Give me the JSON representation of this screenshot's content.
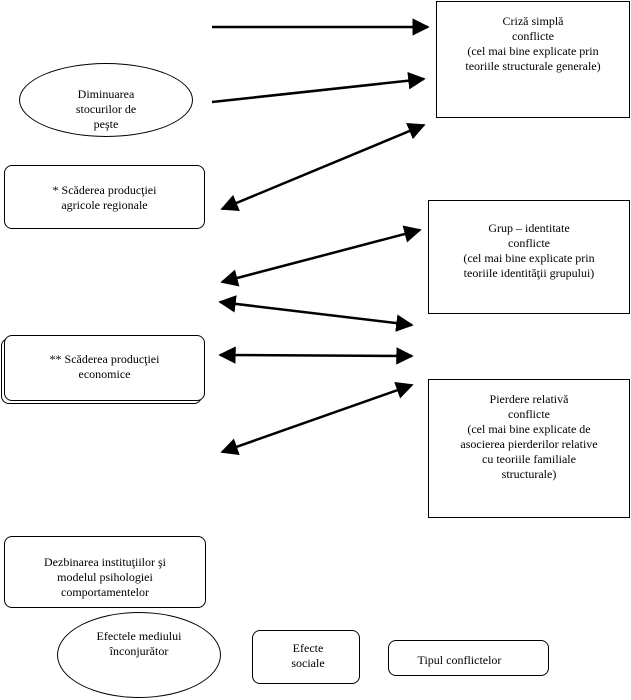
{
  "boxes": {
    "criza": "Criză simplă\nconflicte\n(cel mai bine explicate prin\nteoriile structurale generale)",
    "grup": "Grup – identitate\nconflicte\n(cel mai bine explicate prin\nteoriile identităţii grupului)",
    "pierdere": "Pierdere relativă\nconflicte\n(cel mai bine explicate de\nasocierea pierderilor relative\ncu teoriile familiale\nstructurale)",
    "diminuarea": "Diminuarea\nstocurilor de\npeşte",
    "scaderea_agricola": "* Scăderea producţiei\nagricole regionale",
    "scaderea_economica": "** Scăderea producţiei\neconomice",
    "dezbinarea": "Dezbinarea instituţiilor şi\nmodelul psihologiei\ncomportamentelor"
  },
  "legend": {
    "efecte_mediului": "Efectele mediului\nînconjurător",
    "efecte_sociale": "Efecte\nsociale",
    "tipul": "Tipul conflictelor"
  }
}
